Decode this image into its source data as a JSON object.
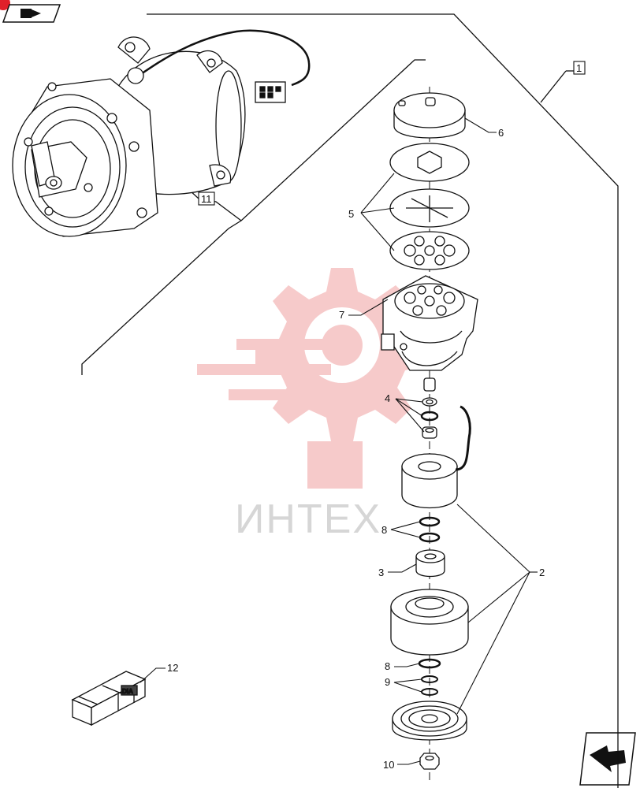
{
  "watermark": {
    "text": "ИНТЕХ"
  },
  "kit_label": "DIA",
  "callouts": [
    {
      "id": "c1",
      "text": "1"
    },
    {
      "id": "c2",
      "text": "2"
    },
    {
      "id": "c3",
      "text": "3"
    },
    {
      "id": "c4",
      "text": "4"
    },
    {
      "id": "c5",
      "text": "5"
    },
    {
      "id": "c6",
      "text": "6"
    },
    {
      "id": "c7",
      "text": "7"
    },
    {
      "id": "c8a",
      "text": "8"
    },
    {
      "id": "c8b",
      "text": "8"
    },
    {
      "id": "c9",
      "text": "9"
    },
    {
      "id": "c10",
      "text": "10"
    },
    {
      "id": "c11",
      "text": "11"
    },
    {
      "id": "c12",
      "text": "12"
    }
  ],
  "icons": {
    "top_nav": "folder-arrow-icon",
    "bottom_nav": "next-page-arrow-icon"
  },
  "colors": {
    "line": "#111111",
    "watermark": "#f0a0a0",
    "badge": "#e0202a"
  }
}
